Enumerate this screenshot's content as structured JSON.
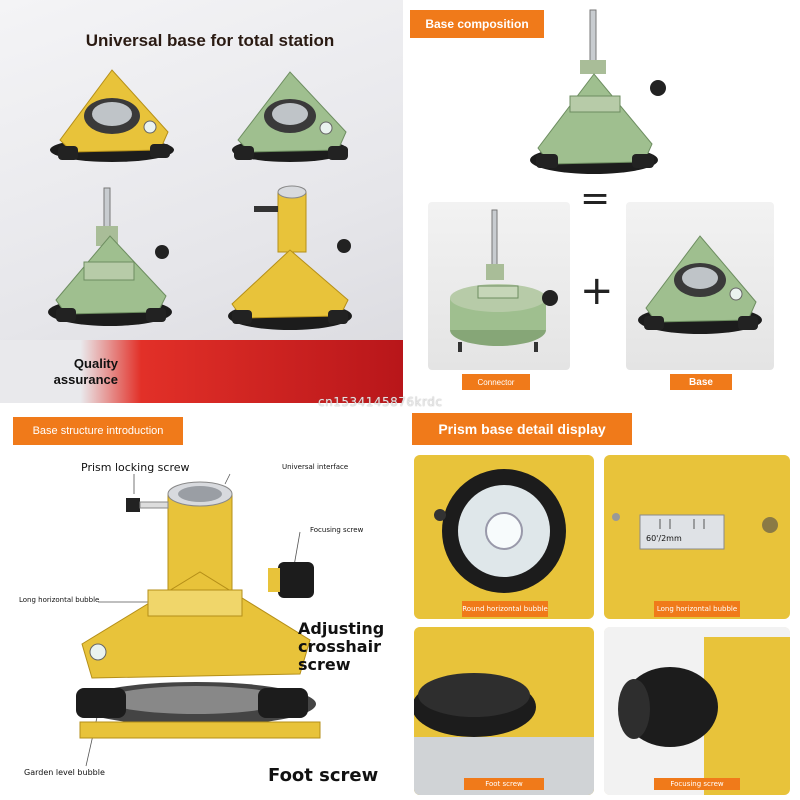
{
  "panel_a": {
    "title": "Universal base for total station",
    "quality_label": "Quality assurance"
  },
  "panel_b": {
    "title": "Base composition",
    "equals_symbol": "=",
    "plus_symbol": "+",
    "connector_label": "Connector",
    "base_label": "Base"
  },
  "panel_c": {
    "title": "Base structure introduction",
    "labels": {
      "prism_locking_screw": "Prism locking screw",
      "universal_interface": "Universal interface",
      "focusing_screw": "Focusing screw",
      "long_horizontal_bubble": "Long horizontal bubble",
      "adjusting_crosshair_screw": "Adjusting crosshair screw",
      "garden_level_bubble": "Garden level bubble",
      "foot_screw": "Foot screw"
    }
  },
  "panel_d": {
    "title": "Prism base detail display",
    "scale_text": "60'/2mm",
    "captions": [
      "Round horizontal bubble",
      "Long horizontal bubble",
      "Foot screw",
      "Focusing screw"
    ]
  },
  "watermark": "cn1534145876krdc",
  "colors": {
    "accent_orange": "#f07a1a",
    "instrument_yellow": "#e8c33a",
    "instrument_green": "#9fbf8f",
    "ribbon_red": "#d3241f"
  }
}
